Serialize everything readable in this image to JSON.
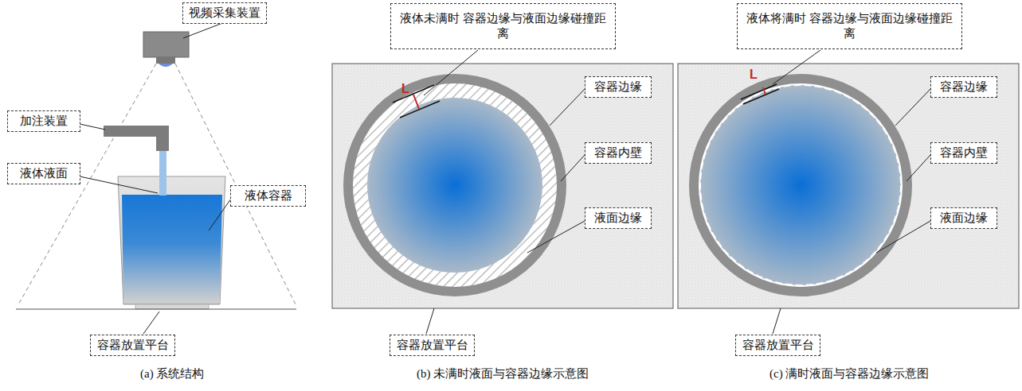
{
  "diagram": {
    "nodes": [
      {
        "text": [
          "视频采集装置"
        ]
      },
      {
        "text": [
          "加注装置"
        ]
      },
      {
        "text": [
          "液体液面"
        ]
      },
      {
        "text": [
          "液体容器"
        ]
      },
      {
        "text": [
          "容器放置平台"
        ]
      },
      {
        "text": [
          "液体未满时 容器边缘与液面边缘碰撞距离"
        ]
      },
      {
        "text": [
          "容器边缘"
        ]
      },
      {
        "text": [
          "容器内壁"
        ]
      },
      {
        "text": [
          "液面边缘"
        ]
      },
      {
        "text": [
          "容器放置平台"
        ]
      },
      {
        "text": [
          "液体将满时 容器边缘与液面边缘碰撞距离"
        ]
      },
      {
        "text": [
          "容器边缘"
        ]
      },
      {
        "text": [
          "容器内壁"
        ]
      },
      {
        "text": [
          "液面边缘"
        ]
      },
      {
        "text": [
          "容器放置平台"
        ]
      }
    ],
    "labels": [
      "L",
      "L",
      "(a) 系统结构",
      "(b) 未满时液面与容器边缘示意图",
      "(c) 满时液面与容器边缘示意图"
    ]
  }
}
